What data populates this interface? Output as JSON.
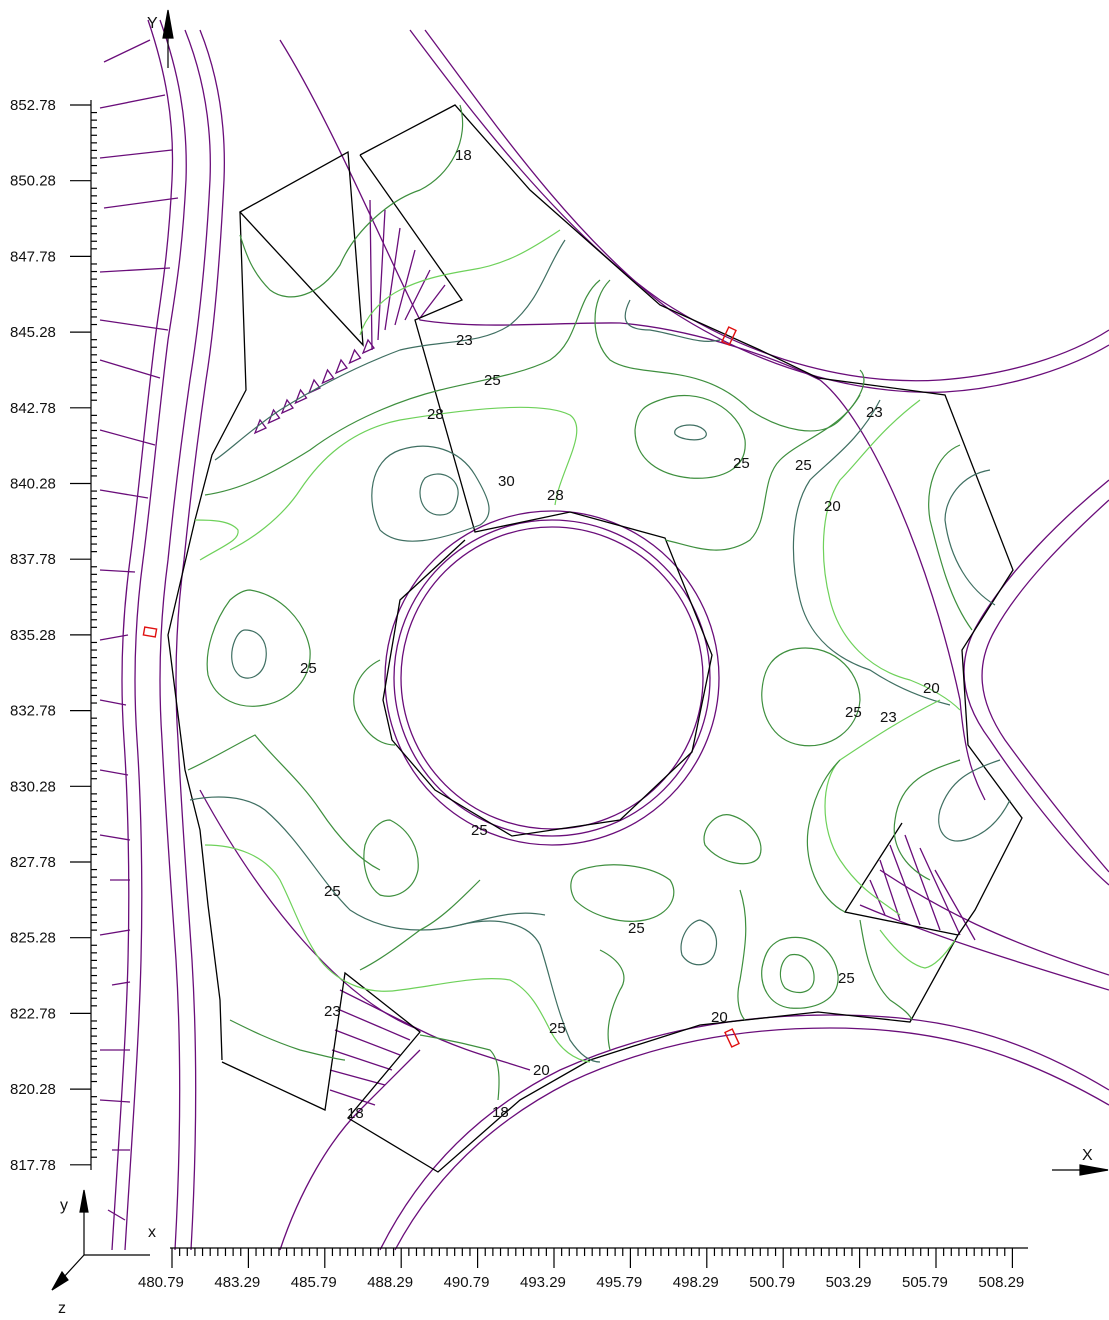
{
  "colors": {
    "road": "#6a0d7a",
    "boundary": "#000000",
    "marker": "#e01010",
    "contour_dark": "#3f6f62",
    "contour_mid": "#3e8f3e",
    "contour_light": "#6ed15a",
    "axis": "#000000"
  },
  "axes": {
    "y_letter": "Y",
    "x_letter": "X",
    "triad_y": "y",
    "triad_x": "x",
    "triad_z": "z",
    "y_ticks": [
      "852.78",
      "850.28",
      "847.78",
      "845.28",
      "842.78",
      "840.28",
      "837.78",
      "835.28",
      "832.78",
      "830.28",
      "827.78",
      "825.28",
      "822.78",
      "820.28",
      "817.78"
    ],
    "x_ticks": [
      "480.79",
      "483.29",
      "485.79",
      "488.29",
      "490.79",
      "493.29",
      "495.79",
      "498.29",
      "500.79",
      "503.29",
      "505.79",
      "508.29"
    ]
  },
  "contour_labels": [
    {
      "id": "c1",
      "text": "18"
    },
    {
      "id": "c2",
      "text": "23"
    },
    {
      "id": "c3",
      "text": "25"
    },
    {
      "id": "c4",
      "text": "28"
    },
    {
      "id": "c5",
      "text": "30"
    },
    {
      "id": "c6",
      "text": "28"
    },
    {
      "id": "c7",
      "text": "25"
    },
    {
      "id": "c8",
      "text": "25"
    },
    {
      "id": "c9",
      "text": "23"
    },
    {
      "id": "c10",
      "text": "20"
    },
    {
      "id": "c11",
      "text": "25"
    },
    {
      "id": "c12",
      "text": "20"
    },
    {
      "id": "c13",
      "text": "25"
    },
    {
      "id": "c14",
      "text": "23"
    },
    {
      "id": "c15",
      "text": "25"
    },
    {
      "id": "c16",
      "text": "25"
    },
    {
      "id": "c17",
      "text": "25"
    },
    {
      "id": "c18",
      "text": "25"
    },
    {
      "id": "c19",
      "text": "20"
    },
    {
      "id": "c20",
      "text": "23"
    },
    {
      "id": "c21",
      "text": "25"
    },
    {
      "id": "c22",
      "text": "20"
    },
    {
      "id": "c23",
      "text": "18"
    },
    {
      "id": "c24",
      "text": "18"
    }
  ]
}
